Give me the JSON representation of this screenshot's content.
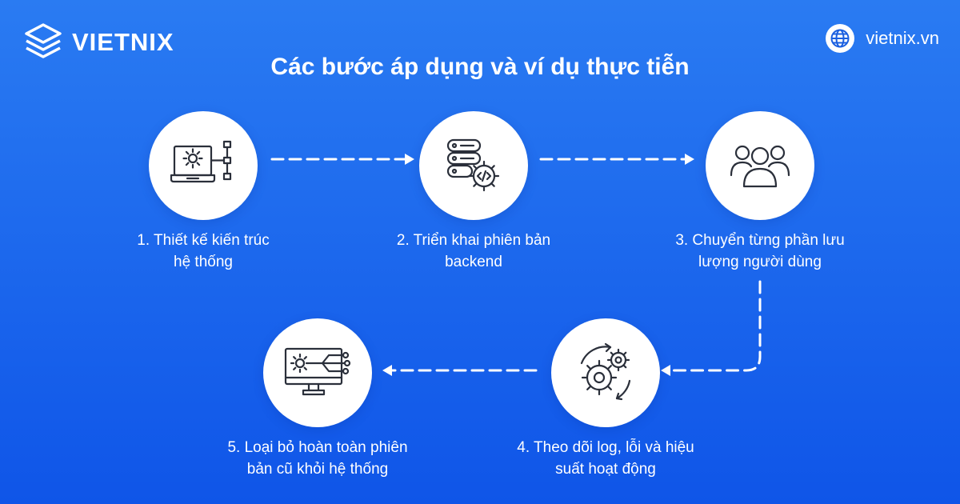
{
  "brand": {
    "name": "VIETNIX",
    "logo_icon": "stacked-layers-logo-icon"
  },
  "site": {
    "url": "vietnix.vn",
    "icon": "globe-icon"
  },
  "title": "Các bước áp dụng và ví dụ thực tiễn",
  "colors": {
    "background_top": "#2A7BF2",
    "background_bottom": "#0F55E8",
    "icon_stroke": "#2A2F3A",
    "text": "#FFFFFF"
  },
  "steps": [
    {
      "label_line1": "1. Thiết kế kiến trúc",
      "label_line2": "hệ thống",
      "icon": "architecture-design-icon"
    },
    {
      "label_line1": "2. Triển khai phiên bản",
      "label_line2": "backend",
      "icon": "server-code-gear-icon"
    },
    {
      "label_line1": "3. Chuyển từng phần lưu",
      "label_line2": "lượng người dùng",
      "icon": "users-group-icon"
    },
    {
      "label_line1": "4. Theo dõi log, lỗi và hiệu",
      "label_line2": "suất hoạt động",
      "icon": "gears-cycle-icon"
    },
    {
      "label_line1": "5. Loại bỏ hoàn toàn phiên",
      "label_line2": "bản cũ khỏi hệ thống",
      "icon": "monitor-network-icon"
    }
  ],
  "flow": [
    "1 → 2",
    "2 → 3",
    "3 → 4",
    "4 → 5"
  ]
}
